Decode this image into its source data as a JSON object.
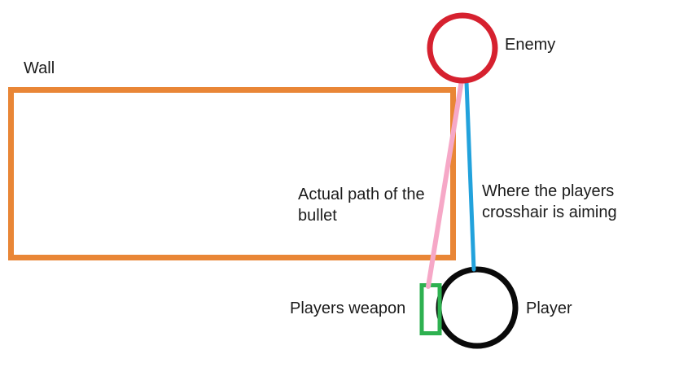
{
  "diagram": {
    "description_labels": {
      "wall": "Wall",
      "enemy": "Enemy",
      "actual_path": "Actual path of the bullet",
      "crosshair_aim": "Where the players crosshair is aiming",
      "players_weapon": "Players weapon",
      "player": "Player"
    },
    "colors": {
      "wall_orange": "#e98636",
      "enemy_red": "#d6212f",
      "bullet_path_pink": "#f6a8c7",
      "crosshair_blue": "#22a2dc",
      "weapon_green": "#2eb150",
      "player_black": "#0a0a0a"
    }
  }
}
